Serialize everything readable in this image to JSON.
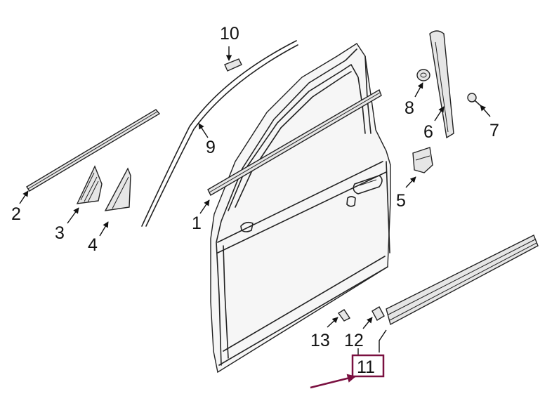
{
  "diagram": {
    "callouts": [
      {
        "id": "1",
        "label": "1"
      },
      {
        "id": "2",
        "label": "2"
      },
      {
        "id": "3",
        "label": "3"
      },
      {
        "id": "4",
        "label": "4"
      },
      {
        "id": "5",
        "label": "5"
      },
      {
        "id": "6",
        "label": "6"
      },
      {
        "id": "7",
        "label": "7"
      },
      {
        "id": "8",
        "label": "8"
      },
      {
        "id": "9",
        "label": "9"
      },
      {
        "id": "10",
        "label": "10"
      },
      {
        "id": "11",
        "label": "11"
      },
      {
        "id": "12",
        "label": "12"
      },
      {
        "id": "13",
        "label": "13"
      }
    ],
    "highlight": {
      "callout": "11",
      "color": "#7a1040"
    }
  }
}
